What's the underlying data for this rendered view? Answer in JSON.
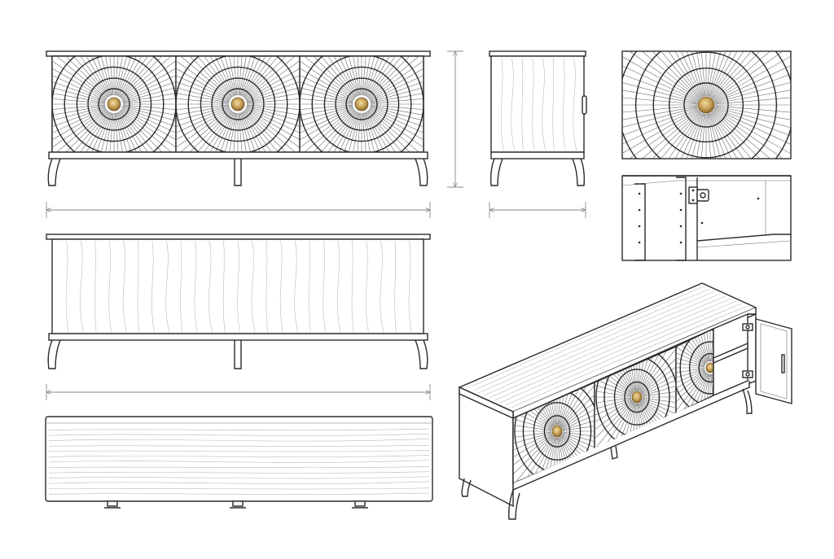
{
  "drawing": {
    "views": [
      {
        "id": "front-elevation",
        "doors": 3,
        "door_pattern": "radial-sunburst",
        "knob": "brass"
      },
      {
        "id": "side-elevation",
        "handle": "bar"
      },
      {
        "id": "door-pattern-detail",
        "pattern": "radial-sunburst"
      },
      {
        "id": "hinge-interior-detail",
        "hardware": "concealed-hinge"
      },
      {
        "id": "back-elevation",
        "surface": "wood-grain"
      },
      {
        "id": "top-plan",
        "surface": "wood-grain",
        "feet": 3
      },
      {
        "id": "perspective-view",
        "right_door": "open",
        "shelf": "visible"
      }
    ],
    "dimension_lines": [
      "overall-width",
      "overall-height",
      "overall-depth",
      "back-width"
    ],
    "colors": {
      "line": "#2a2a2a",
      "grain": "#b9b9b9",
      "dimension": "#8a8a8a",
      "brass": "#c8a25a",
      "background": "#ffffff"
    }
  }
}
